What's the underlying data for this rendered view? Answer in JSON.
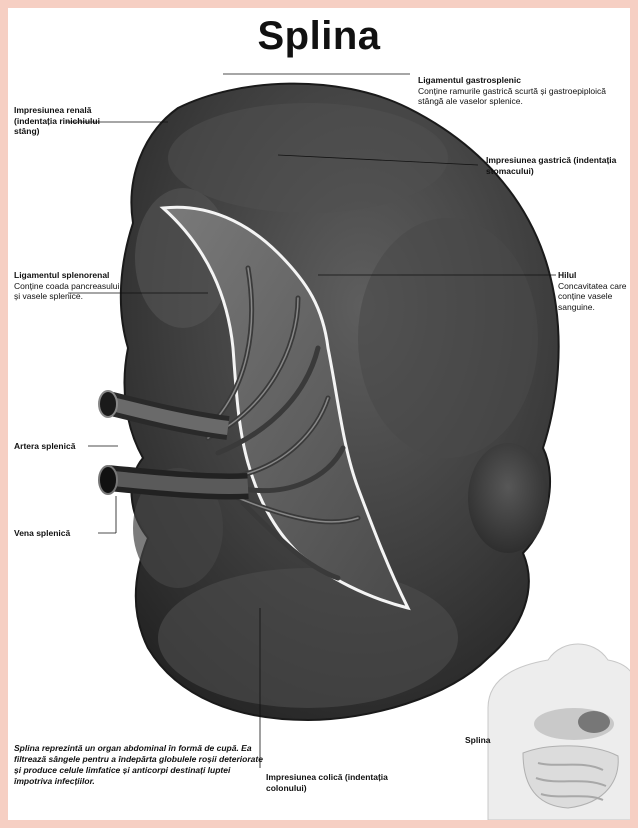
{
  "title": "Splina",
  "labels": {
    "gastrosplenic": {
      "name": "Ligamentul gastrosplenic",
      "desc": "Conține ramurile gastrică scurtă și gastroepiploică stângă ale vaselor splenice."
    },
    "renal": {
      "name": "Impresiunea renală (indentația rinichiului stâng)"
    },
    "gastric": {
      "name": "Impresiunea gastrică (indentația stomacului)"
    },
    "splenorenal": {
      "name": "Ligamentul splenorenal",
      "desc": "Conține coada pancreasului și vasele splenice."
    },
    "hilum": {
      "name": "Hilul",
      "desc": "Concavitatea care conține vasele sanguine."
    },
    "artery": {
      "name": "Artera splenică"
    },
    "vein": {
      "name": "Vena splenică"
    },
    "colic": {
      "name": "Impresiunea colică (indentația colonului)"
    }
  },
  "caption": "Splina reprezintă un organ abdominal în formă de cupă. Ea filtrează sângele pentru a îndepărta globulele roșii deteriorate și produce celule limfatice și anticorpi destinați luptei împotriva infecțiilor.",
  "inset": {
    "label": "Splina"
  },
  "colors": {
    "background": "#f6cfc3",
    "organ_dark": "#2e2e2e",
    "organ_mid": "#575757",
    "hilum": "#6a6a6a"
  }
}
